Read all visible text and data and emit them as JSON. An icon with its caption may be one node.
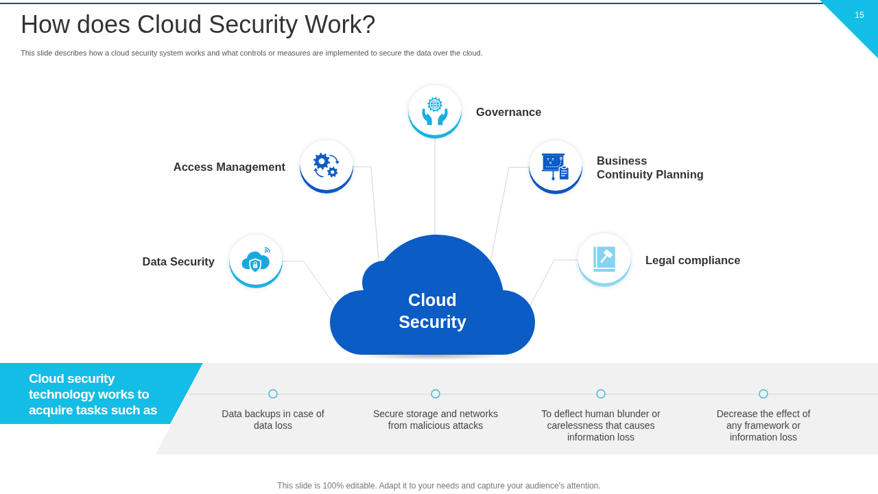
{
  "diagram": {
    "title": "How does Cloud Security Work?",
    "nodes": [
      {
        "text": [
          "Governance"
        ]
      },
      {
        "text": [
          "Access Management"
        ]
      },
      {
        "text": [
          "Business Continuity Planning"
        ]
      },
      {
        "text": [
          "Data Security"
        ]
      },
      {
        "text": [
          "Legal compliance"
        ]
      },
      {
        "text": [
          "Cloud Security"
        ]
      },
      {
        "text": [
          "Cloud security technology works to acquire tasks such as"
        ]
      },
      {
        "text": [
          "Data backups in case of data loss",
          "Secure storage and networks from malicious attacks",
          "To deflect human blunder or carelessness that causes information loss",
          "Decrease the effect of any framework or information loss"
        ]
      }
    ],
    "edges": [
      {
        "from": 0,
        "to": 5,
        "arrow": "none"
      },
      {
        "from": 1,
        "to": 5,
        "arrow": "none"
      },
      {
        "from": 2,
        "to": 5,
        "arrow": "none"
      },
      {
        "from": 3,
        "to": 5,
        "arrow": "none"
      },
      {
        "from": 4,
        "to": 5,
        "arrow": "none"
      }
    ],
    "labels": [
      "15",
      "This slide describes how a cloud security system works and what controls or measures are implemented to secure the data over the cloud.",
      "This slide is 100% editable. Adapt it to your needs and capture your audience's attention."
    ]
  }
}
